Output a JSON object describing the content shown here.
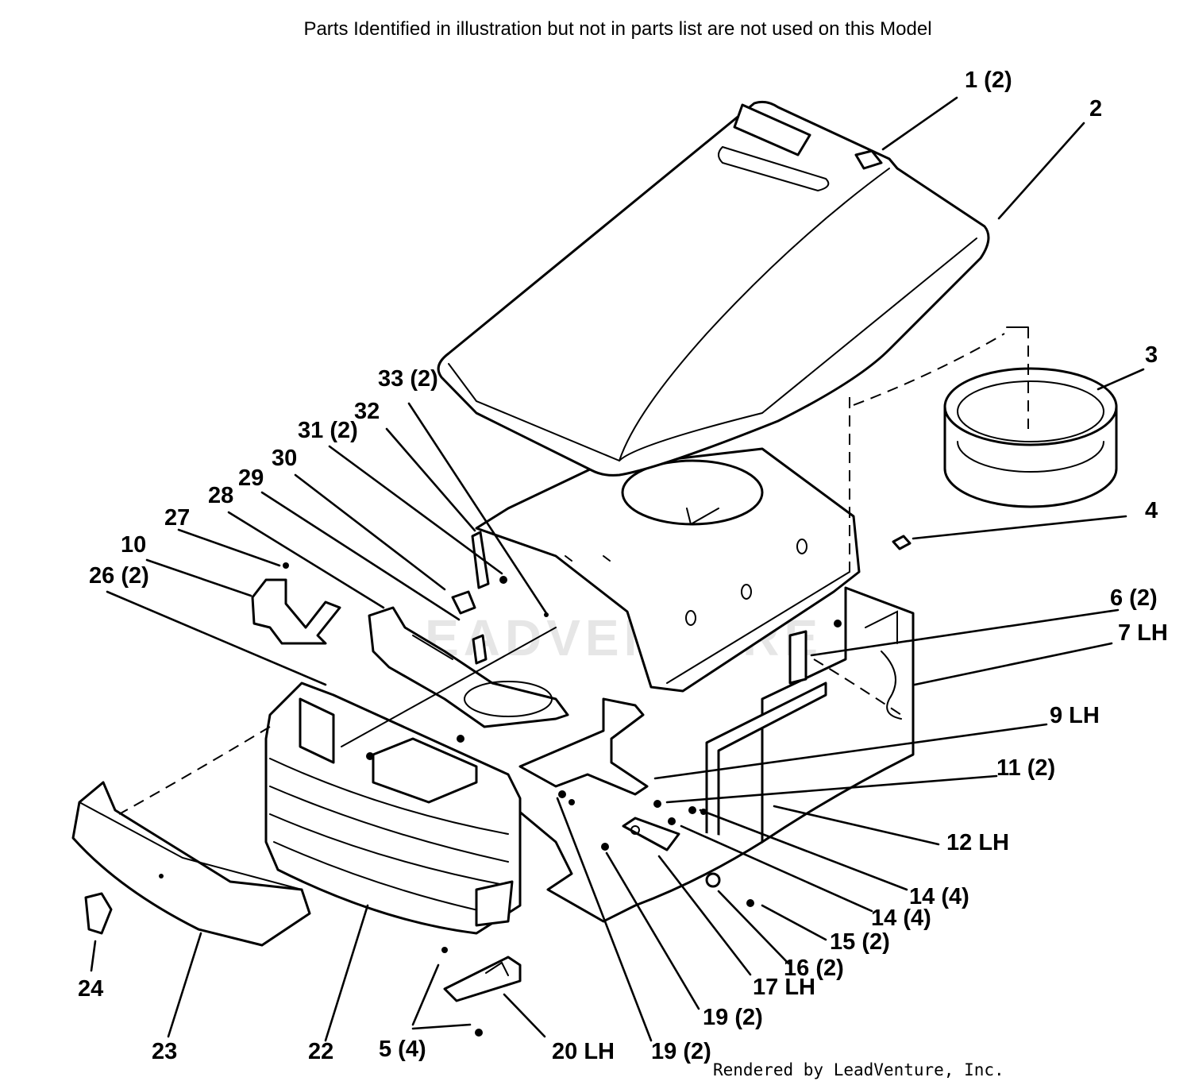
{
  "header_note": "Parts Identified  in illustration but not in parts list are not used on this Model",
  "credit": "Rendered by LeadVenture, Inc.",
  "watermark": "LEADVENTURE",
  "callouts": {
    "c1": "1 (2)",
    "c2": "2",
    "c3": "3",
    "c4": "4",
    "c5": "5 (4)",
    "c6": "6 (2)",
    "c7": "7 LH",
    "c9": "9 LH",
    "c10": "10",
    "c11": "11 (2)",
    "c12": "12 LH",
    "c14a": "14 (4)",
    "c14b": "14 (4)",
    "c15": "15 (2)",
    "c16": "16 (2)",
    "c17": "17 LH",
    "c19a": "19 (2)",
    "c19b": "19 (2)",
    "c20": "20 LH",
    "c22": "22",
    "c23": "23",
    "c24": "24",
    "c26": "26 (2)",
    "c27": "27",
    "c28": "28",
    "c29": "29",
    "c30": "30",
    "c31": "31 (2)",
    "c32": "32",
    "c33": "33 (2)"
  }
}
